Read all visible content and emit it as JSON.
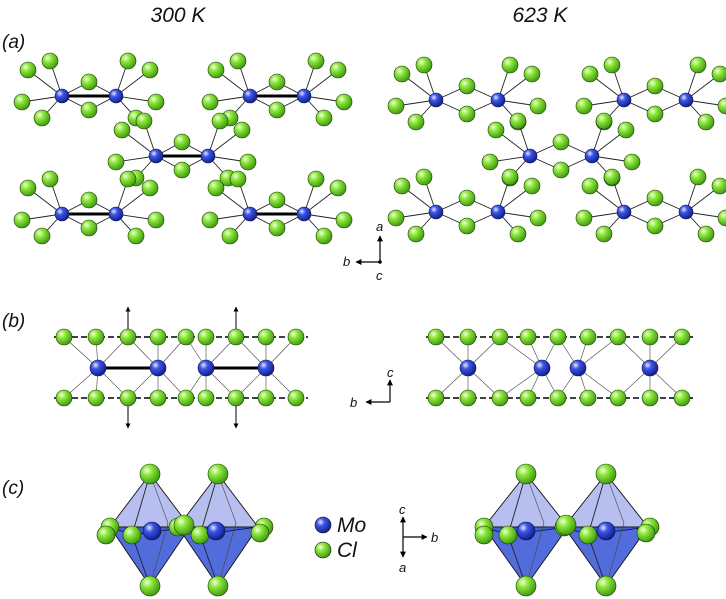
{
  "titles": {
    "left": "300 K",
    "right": "623 K"
  },
  "panels": {
    "a": "(a)",
    "b": "(b)",
    "c": "(c)"
  },
  "axes": {
    "a_panel": {
      "up": "a",
      "left": "b",
      "down": "c"
    },
    "b_panel": {
      "up": "c",
      "left": "b"
    },
    "c_panel": {
      "up": "c",
      "right": "b",
      "down": "a"
    }
  },
  "legend": {
    "mo": "Mo",
    "cl": "Cl"
  },
  "colors": {
    "mo": "#2a3fd6",
    "cl": "#66d61e",
    "octahedron_light": "#aab4ee",
    "octahedron_dark": "#3f5cd8"
  }
}
